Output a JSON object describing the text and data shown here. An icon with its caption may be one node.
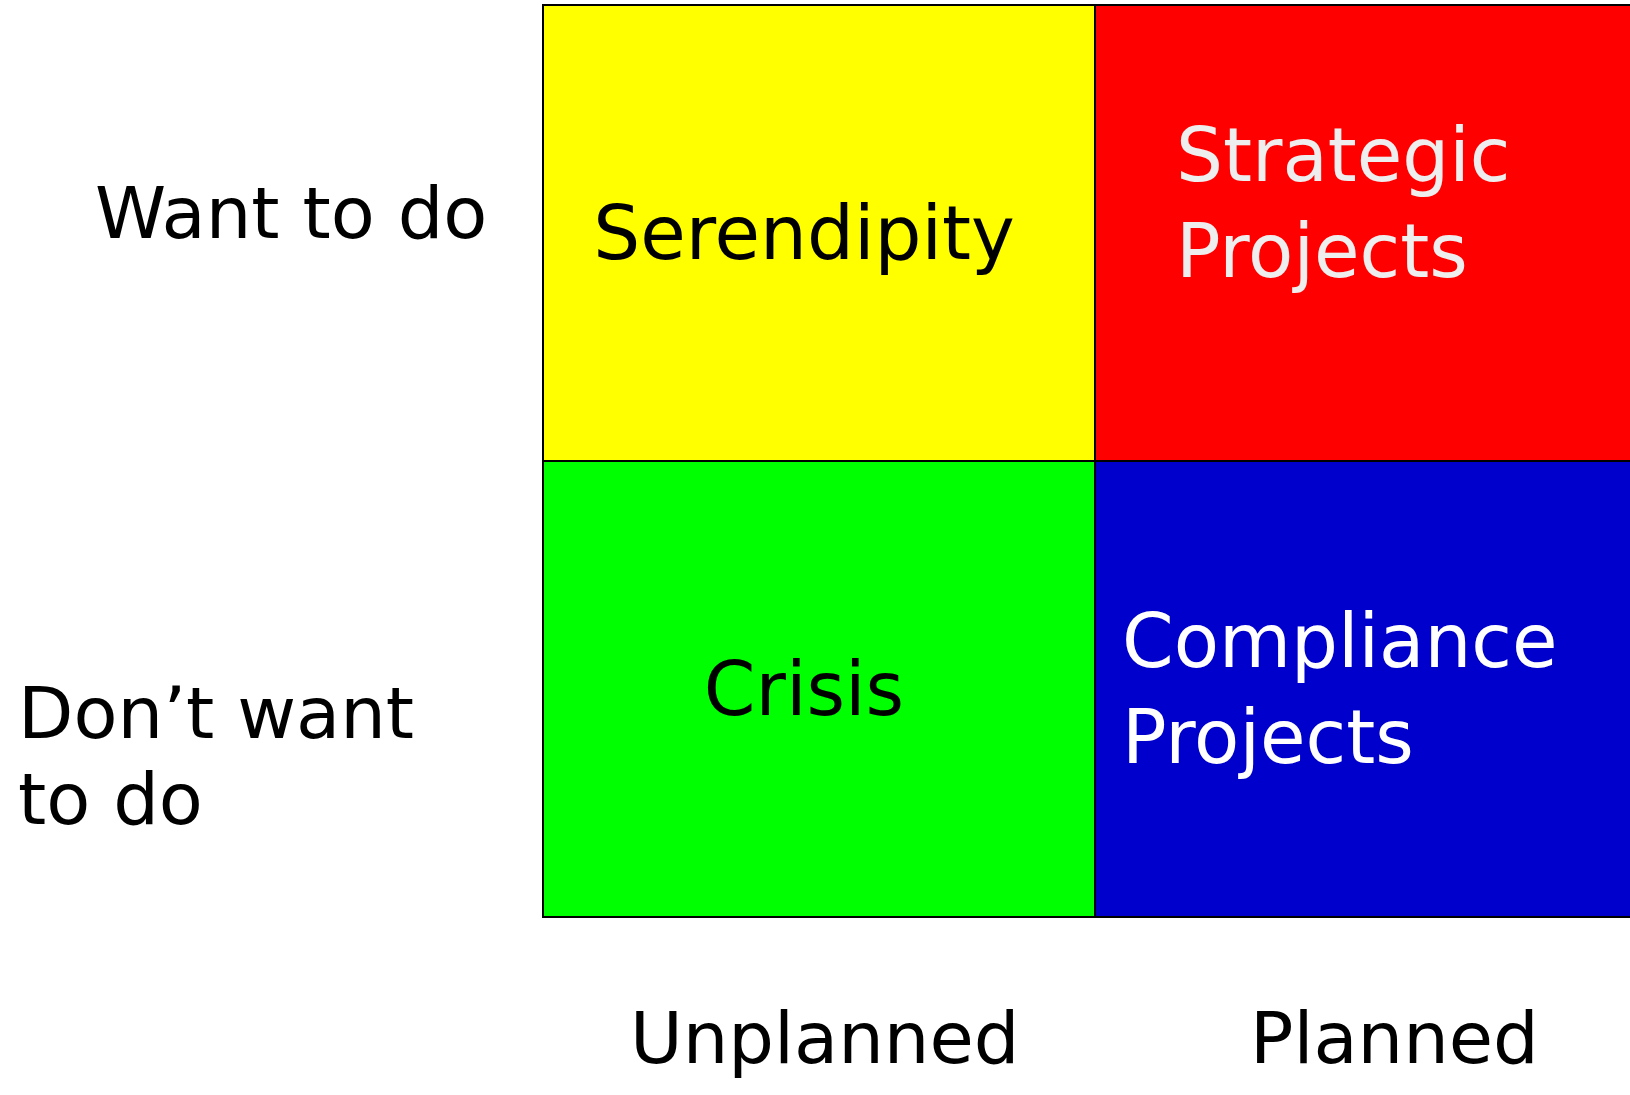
{
  "diagram": {
    "nodes": [
      {
        "text": [
          "Serendipity"
        ]
      },
      {
        "text": [
          "Strategic Projects"
        ]
      },
      {
        "text": [
          "Crisis"
        ]
      },
      {
        "text": [
          "Compliance Projects"
        ]
      }
    ],
    "labels": [
      "Want to do",
      "Don’t want to do",
      "Unplanned",
      "Planned"
    ]
  }
}
